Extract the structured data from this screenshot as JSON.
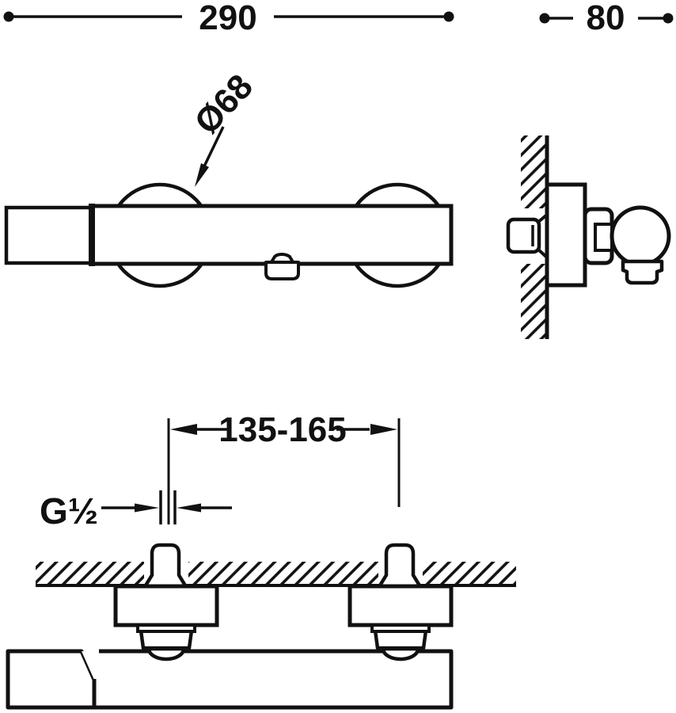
{
  "drawing": {
    "colors": {
      "line": "#111111",
      "background": "#ffffff"
    },
    "labels": {
      "total_width": "290",
      "depth": "80",
      "escutcheon_diameter": "Ø68",
      "connection_spacing": "135-165",
      "thread_size": "G½"
    }
  }
}
